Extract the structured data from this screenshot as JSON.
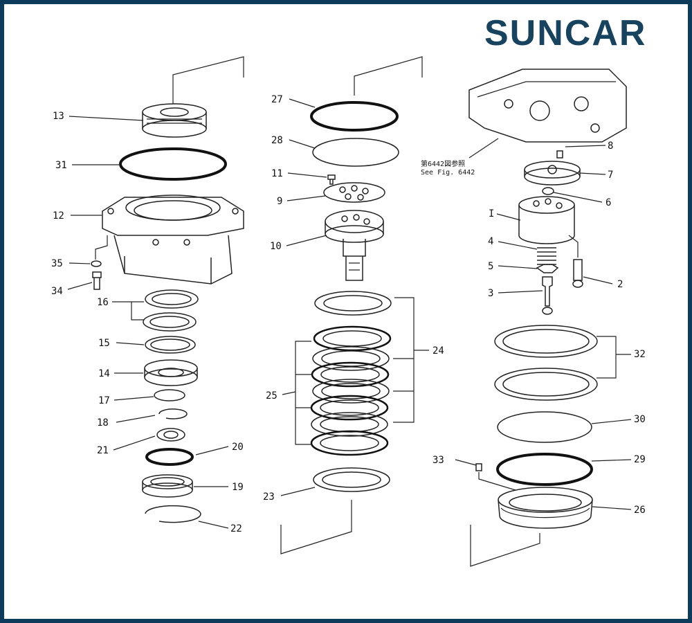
{
  "brand": {
    "name": "SUNCAR",
    "text_color": "#17435f",
    "accent_color": "#1a9fd6",
    "frame_color": "#0d3b5c"
  },
  "reference_note": {
    "line1": "第6442図参照",
    "line2": "See Fig. 6442"
  },
  "part_labels": {
    "p1": "I",
    "p2": "2",
    "p3": "3",
    "p4": "4",
    "p5": "5",
    "p6": "6",
    "p7": "7",
    "p8": "8",
    "p9": "9",
    "p10": "10",
    "p11": "11",
    "p12": "12",
    "p13": "13",
    "p14": "14",
    "p15": "15",
    "p16": "16",
    "p17": "17",
    "p18": "18",
    "p19": "19",
    "p20": "20",
    "p21": "21",
    "p22": "22",
    "p23": "23",
    "p24": "24",
    "p25": "25",
    "p26": "26",
    "p27": "27",
    "p28": "28",
    "p29": "29",
    "p30": "30",
    "p31": "31",
    "p32": "32",
    "p33": "33",
    "p34": "34",
    "p35": "35"
  }
}
